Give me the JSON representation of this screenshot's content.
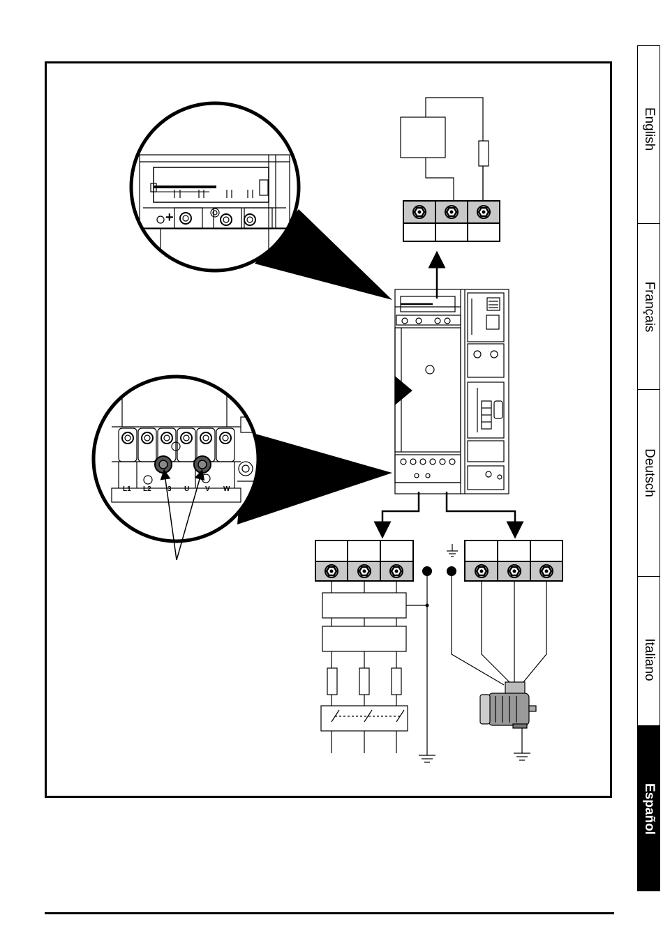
{
  "languages": [
    {
      "label": "English",
      "active": false
    },
    {
      "label": "Français",
      "active": false
    },
    {
      "label": "Deutsch",
      "active": false
    },
    {
      "label": "Italiano",
      "active": false
    },
    {
      "label": "Español",
      "active": true
    }
  ],
  "zoom_top": {
    "terminal_symbol": "+"
  },
  "zoom_bottom": {
    "terminal_labels": [
      "L1",
      "L2",
      "3",
      "U",
      "V",
      "W"
    ]
  },
  "colors": {
    "line": "#000000",
    "terminal_fill": "#c8c8c8",
    "active_tab": "#000000"
  }
}
